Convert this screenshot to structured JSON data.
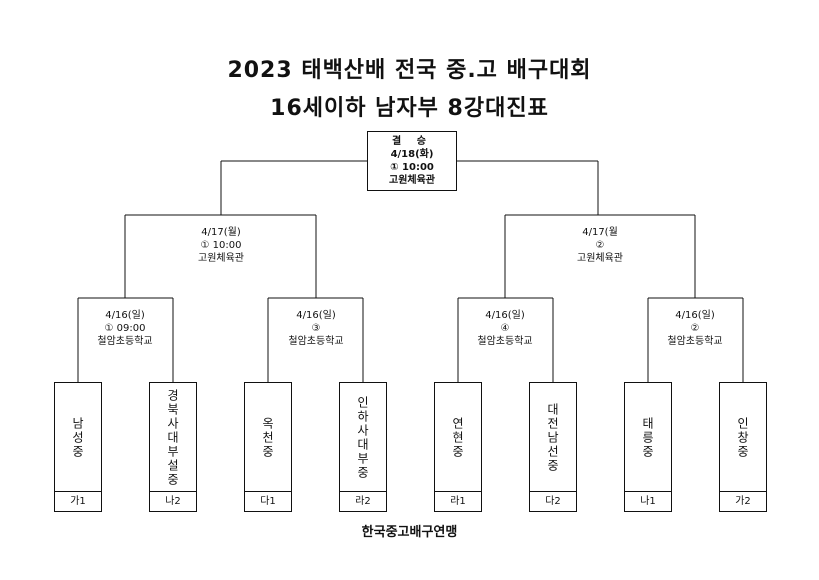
{
  "title": {
    "line1": "2023 태백산배 전국 중.고 배구대회",
    "line2": "16세이하 남자부 8강대진표"
  },
  "final": {
    "label": "결 승",
    "date": "4/18(화)",
    "time": "① 10:00",
    "venue": "고원체육관"
  },
  "semis": [
    {
      "date": "4/17(월)",
      "slot": "① 10:00",
      "venue": "고원체육관"
    },
    {
      "date": "4/17(월",
      "slot": "②",
      "venue": "고원체육관"
    }
  ],
  "quarters": [
    {
      "date": "4/16(일)",
      "slot": "① 09:00",
      "venue": "철암초등학교"
    },
    {
      "date": "4/16(일)",
      "slot": "③",
      "venue": "철암초등학교"
    },
    {
      "date": "4/16(일)",
      "slot": "④",
      "venue": "철암초등학교"
    },
    {
      "date": "4/16(일)",
      "slot": "②",
      "venue": "철암초등학교"
    }
  ],
  "teams": [
    {
      "name": "남성중",
      "code": "가1"
    },
    {
      "name": "경북사대부설중",
      "code": "나2"
    },
    {
      "name": "옥천중",
      "code": "다1"
    },
    {
      "name": "인하사대부중",
      "code": "라2"
    },
    {
      "name": "연현중",
      "code": "라1"
    },
    {
      "name": "대전남선중",
      "code": "다2"
    },
    {
      "name": "태릉중",
      "code": "나1"
    },
    {
      "name": "인창중",
      "code": "가2"
    }
  ],
  "footer": "한국중고배구연맹"
}
